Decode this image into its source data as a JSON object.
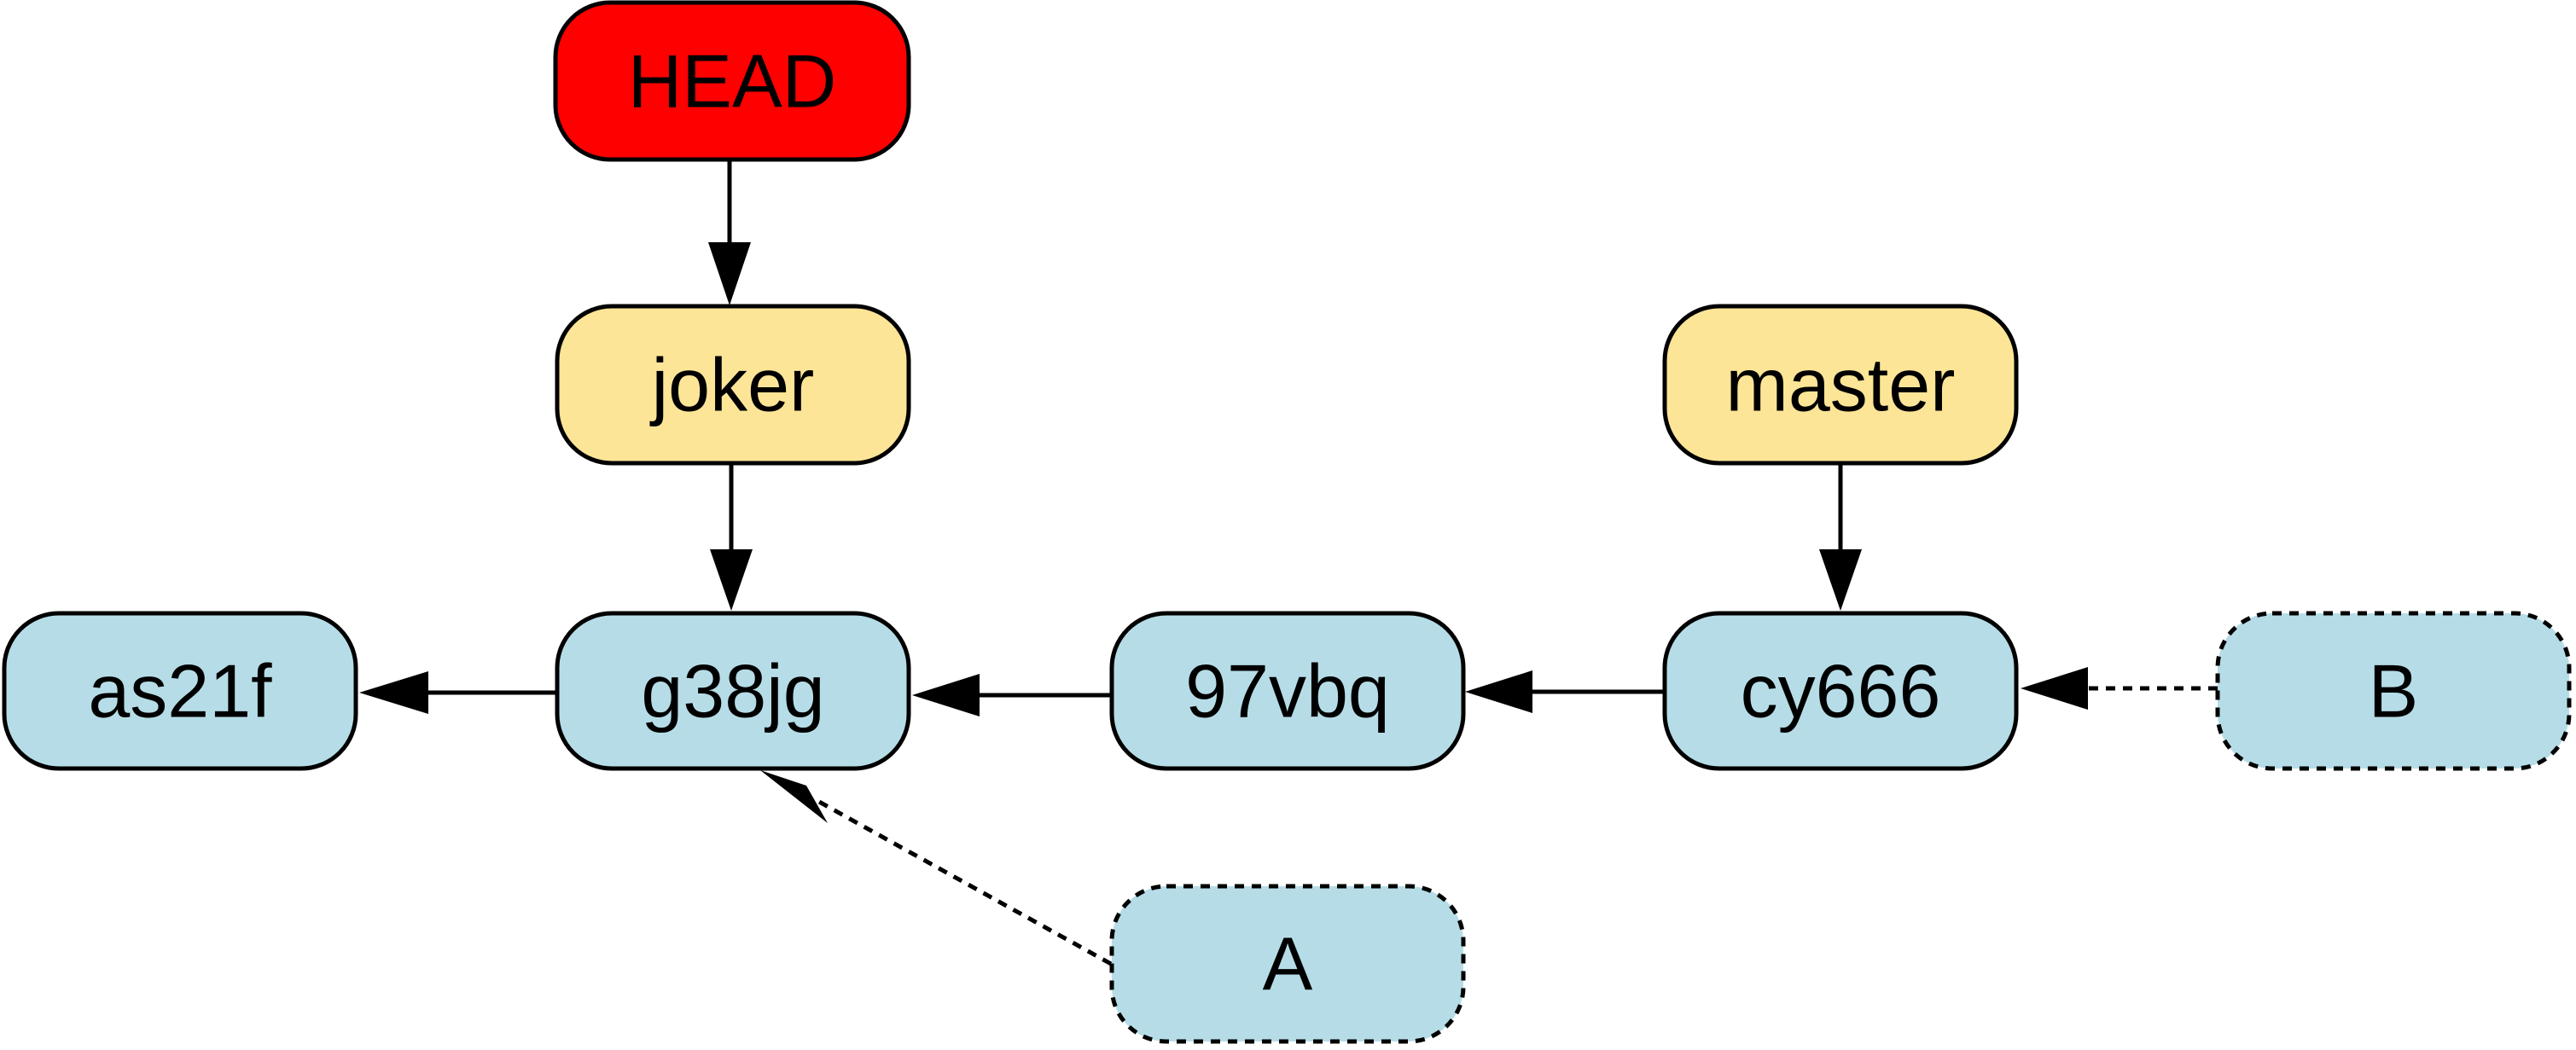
{
  "colors": {
    "head": "#fe0000",
    "branch": "#fde597",
    "commit": "#b6dde7",
    "outline": "#000000"
  },
  "nodes": {
    "head": {
      "label": "HEAD",
      "kind": "head"
    },
    "joker": {
      "label": "joker",
      "kind": "branch"
    },
    "master": {
      "label": "master",
      "kind": "branch"
    },
    "as21f": {
      "label": "as21f",
      "kind": "commit"
    },
    "g38jg": {
      "label": "g38jg",
      "kind": "commit"
    },
    "97vbq": {
      "label": "97vbq",
      "kind": "commit"
    },
    "cy666": {
      "label": "cy666",
      "kind": "commit"
    },
    "b": {
      "label": "B",
      "kind": "commit-pending"
    },
    "a": {
      "label": "A",
      "kind": "commit-pending"
    }
  },
  "edges": [
    {
      "from": "head",
      "to": "joker",
      "style": "solid"
    },
    {
      "from": "joker",
      "to": "g38jg",
      "style": "solid"
    },
    {
      "from": "master",
      "to": "cy666",
      "style": "solid"
    },
    {
      "from": "g38jg",
      "to": "as21f",
      "style": "solid"
    },
    {
      "from": "97vbq",
      "to": "g38jg",
      "style": "solid"
    },
    {
      "from": "cy666",
      "to": "97vbq",
      "style": "solid"
    },
    {
      "from": "b",
      "to": "cy666",
      "style": "dashed"
    },
    {
      "from": "a",
      "to": "g38jg",
      "style": "dashed"
    }
  ]
}
